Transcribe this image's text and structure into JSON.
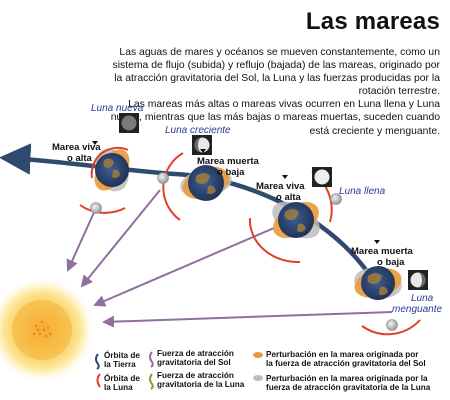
{
  "title": "Las mareas",
  "description": {
    "paragraph1": "Las aguas de mares y océanos se mueven constantemente, como un sistema de flujo (subida) y reflujo (bajada) de las mareas, originado por la atracción gravitatoria del Sol, la Luna y las fuerzas producidas por la rotación terrestre.",
    "paragraph2": "Las mareas más altas o mareas vivas ocurren en Luna llena y Luna nueva, mientras que las más bajas o mareas muertas, suceden cuando está creciente y menguante."
  },
  "phases": {
    "new_moon": "Luna nueva",
    "waxing": "Luna creciente",
    "full_moon": "Luna llena",
    "waning": "Luna menguante"
  },
  "tide_labels": {
    "spring_1_line1": "Marea viva",
    "spring_1_line2": "o alta",
    "neap_1_line1": "Marea muerta",
    "neap_1_line2": "o baja",
    "spring_2_line1": "Marea viva",
    "spring_2_line2": "o alta",
    "neap_2_line1": "Marea muerta",
    "neap_2_line2": "o baja"
  },
  "legend": {
    "earth_orbit_line1": "Órbita de",
    "earth_orbit_line2": "la Tierra",
    "moon_orbit_line1": "Órbita de",
    "moon_orbit_line2": "la Luna",
    "sun_force_line1": "Fuerza de atracción",
    "sun_force_line2": "gravitatoria del Sol",
    "moon_force_line1": "Fuerza de atracción",
    "moon_force_line2": "gravitatoria de la Luna",
    "sun_bulge_line1": "Perturbación en la marea originada por",
    "sun_bulge_line2": "la fuerza de atracción gravitatoria del Sol",
    "moon_bulge_line1": "Perturbación en la marea originada por la",
    "moon_bulge_line2": "fuerza de atracción gravitatoria de la Luna"
  },
  "colors": {
    "earth_orbit": "#2f4a6e",
    "moon_orbit": "#e0402a",
    "sun_force": "#8e6f9e",
    "moon_force": "#8a9a3a",
    "sun_bulge": "#e79a3a",
    "moon_bulge": "#bdbdbd",
    "phase_label": "#2b3a96",
    "sun": "#f6c44a"
  }
}
